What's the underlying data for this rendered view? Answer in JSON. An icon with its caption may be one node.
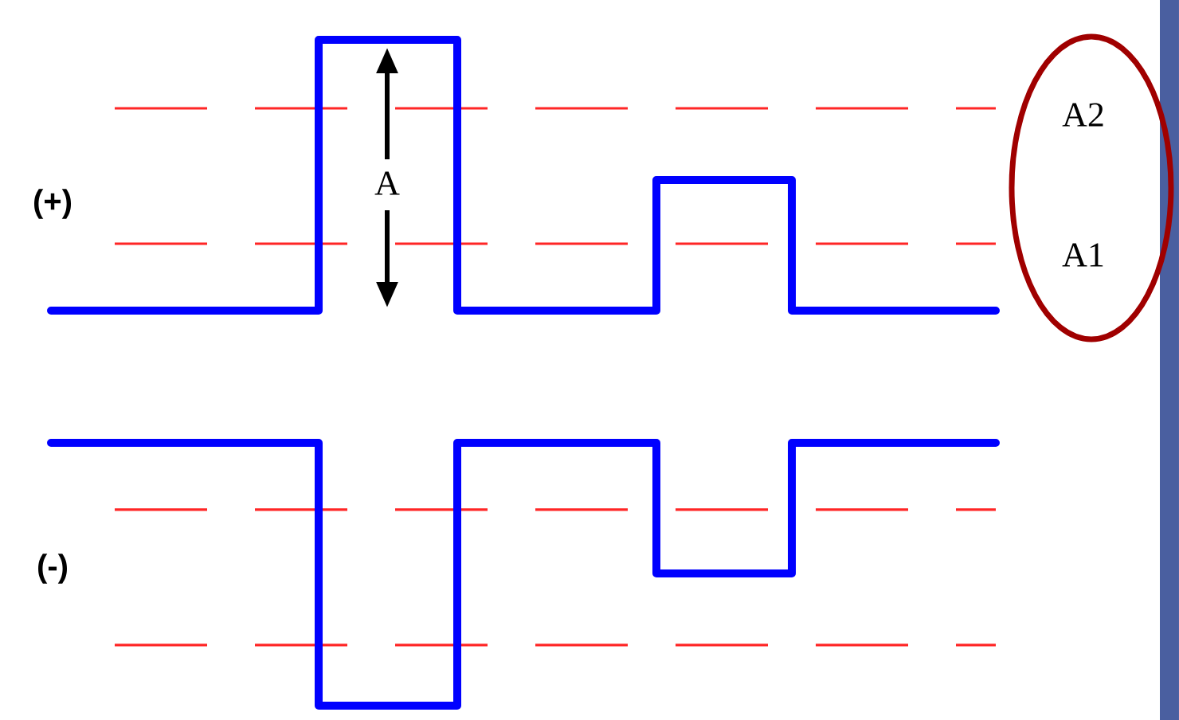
{
  "diagram": {
    "labels": [
      "(+)",
      "A",
      "A2",
      "A1",
      "(-)"
    ]
  }
}
